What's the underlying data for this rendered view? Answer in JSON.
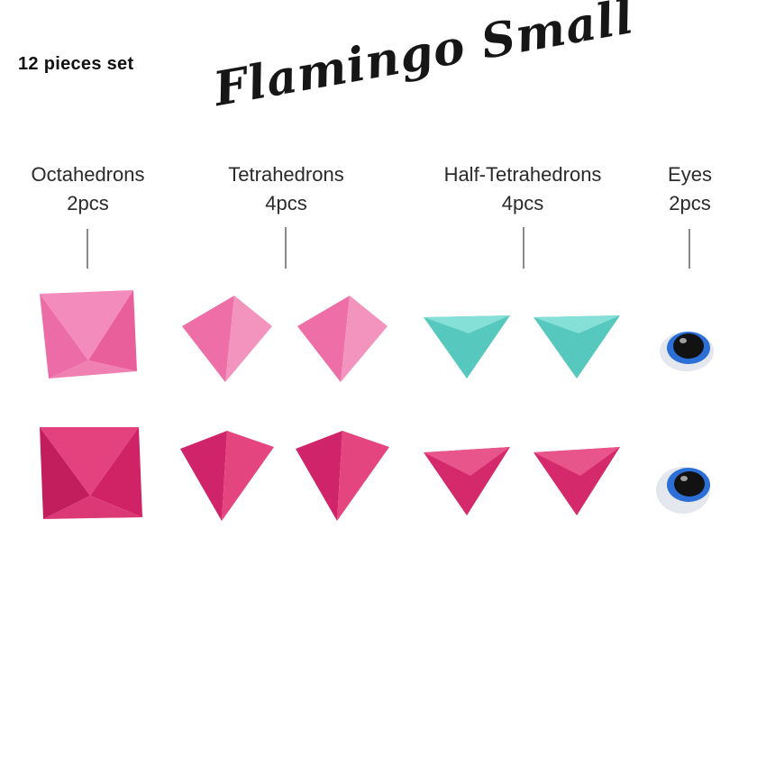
{
  "header": {
    "set_count": "12 pieces set",
    "title": "Flamingo Small"
  },
  "groups": [
    {
      "name": "Octahedrons",
      "count": "2pcs"
    },
    {
      "name": "Tetrahedrons",
      "count": "4pcs"
    },
    {
      "name": "Half-Tetrahedrons",
      "count": "4pcs"
    },
    {
      "name": "Eyes",
      "count": "2pcs"
    }
  ],
  "colors": {
    "light_pink": "#ef6fa8",
    "dark_pink": "#d92a6b",
    "turquoise": "#64d4c9",
    "eye_blue": "#2c6fd6"
  },
  "pieces": [
    {
      "type": "octahedron",
      "color": "light_pink"
    },
    {
      "type": "tetrahedron",
      "color": "light_pink"
    },
    {
      "type": "tetrahedron",
      "color": "light_pink"
    },
    {
      "type": "half-tetrahedron",
      "color": "turquoise"
    },
    {
      "type": "half-tetrahedron",
      "color": "turquoise"
    },
    {
      "type": "eye",
      "color": "eye_blue"
    },
    {
      "type": "octahedron",
      "color": "dark_pink"
    },
    {
      "type": "tetrahedron",
      "color": "dark_pink"
    },
    {
      "type": "tetrahedron",
      "color": "dark_pink"
    },
    {
      "type": "half-tetrahedron",
      "color": "dark_pink"
    },
    {
      "type": "half-tetrahedron",
      "color": "dark_pink"
    },
    {
      "type": "eye",
      "color": "eye_blue"
    }
  ]
}
